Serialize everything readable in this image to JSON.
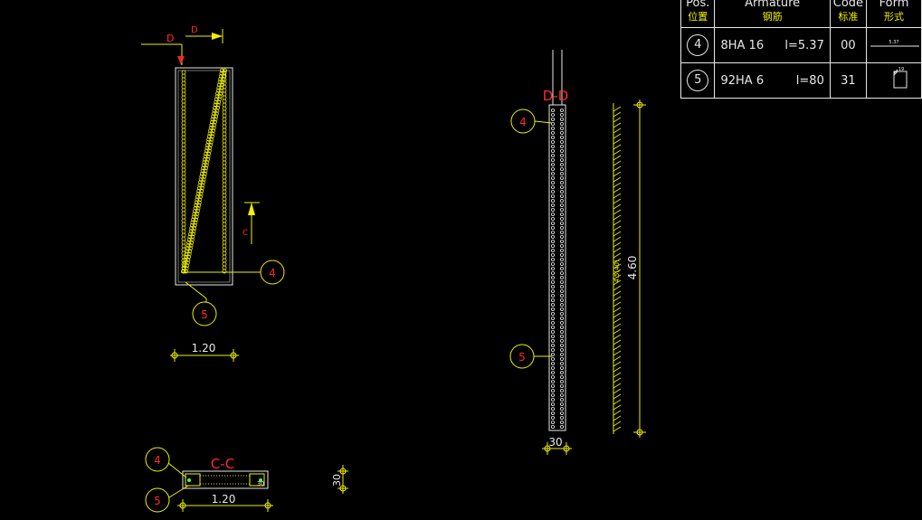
{
  "labels": {
    "section_cc": "C-C",
    "section_dd": "D-D",
    "width_120": "1.20",
    "width_120_b": "1.20",
    "thick_30_small": "30",
    "thick_30": "30",
    "height_460": "4.60",
    "height_small": "4.5(40)",
    "cut_c": "C",
    "cut_d_left": "D",
    "cut_d_right": "D",
    "bar_4": "4",
    "bar_5": "5"
  },
  "table": {
    "headers": [
      {
        "top": "Pos.",
        "cn": "位置"
      },
      {
        "top": "Armature",
        "cn": "钢筋"
      },
      {
        "top": "Code",
        "cn": "标准"
      },
      {
        "top": "Form",
        "cn": "形式"
      }
    ],
    "rows": [
      {
        "pos": "4",
        "count_dia": "8HA 16",
        "length": "l=5.37",
        "code": "00",
        "shape_label": "5.37"
      },
      {
        "pos": "5",
        "count_dia": "92HA 6",
        "length": "l=80",
        "code": "31",
        "shape_label": "19"
      }
    ]
  },
  "colors": {
    "background": "#000000",
    "line": "#f0f000",
    "text": "#e8e8e8",
    "title": "#ff2a2a"
  }
}
